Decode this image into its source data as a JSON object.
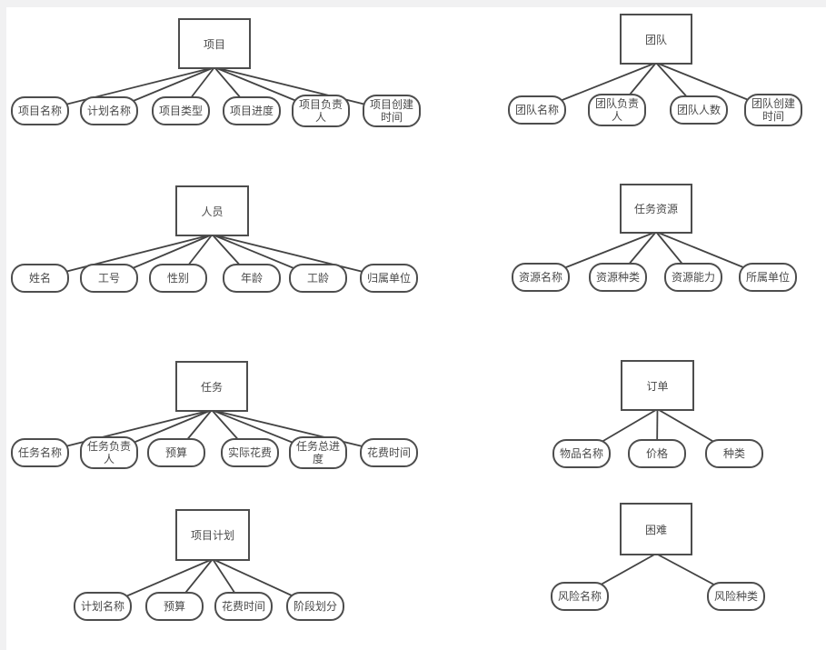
{
  "colors": {
    "canvas_bg": "#ffffff",
    "margin": "#f1f1f2",
    "shape_border": "#4d4d4d",
    "shape_fill": "#ffffff",
    "line": "#434343",
    "text": "#4a4a4a"
  },
  "diagrams": [
    {
      "id": "project",
      "entity": "项目",
      "attributes": [
        "项目名称",
        "计划名称",
        "项目类型",
        "项目进度",
        "项目负责人",
        "项目创建时间"
      ]
    },
    {
      "id": "team",
      "entity": "团队",
      "attributes": [
        "团队名称",
        "团队负责人",
        "团队人数",
        "团队创建时间"
      ]
    },
    {
      "id": "personnel",
      "entity": "人员",
      "attributes": [
        "姓名",
        "工号",
        "性别",
        "年龄",
        "工龄",
        "归属单位"
      ]
    },
    {
      "id": "task-resource",
      "entity": "任务资源",
      "attributes": [
        "资源名称",
        "资源种类",
        "资源能力",
        "所属单位"
      ]
    },
    {
      "id": "task",
      "entity": "任务",
      "attributes": [
        "任务名称",
        "任务负责人",
        "预算",
        "实际花费",
        "任务总进度",
        "花费时间"
      ]
    },
    {
      "id": "order",
      "entity": "订单",
      "attributes": [
        "物品名称",
        "价格",
        "种类"
      ]
    },
    {
      "id": "project-plan",
      "entity": "项目计划",
      "attributes": [
        "计划名称",
        "预算",
        "花费时间",
        "阶段划分"
      ]
    },
    {
      "id": "difficulty",
      "entity": "困难",
      "attributes": [
        "风险名称",
        "风险种类"
      ]
    }
  ]
}
